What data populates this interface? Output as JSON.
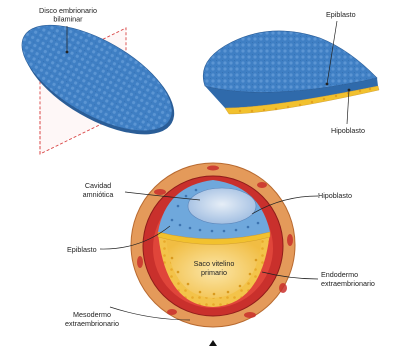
{
  "figure": {
    "panel_top_left": {
      "label_line1": "Disco embrionario",
      "label_line2": "bilaminar"
    },
    "panel_top_right": {
      "label_epiblast": "Epiblasto",
      "label_hypoblast": "Hipoblasto"
    },
    "panel_bottom": {
      "label_amniotic_line1": "Cavidad",
      "label_amniotic_line2": "amniótica",
      "label_hypoblast": "Hipoblasto",
      "label_epiblast": "Epiblasto",
      "label_yolk_line1": "Saco vitelino",
      "label_yolk_line2": "primario",
      "label_endoderm_line1": "Endodermo",
      "label_endoderm_line2": "extraembrionario",
      "label_mesoderm_line1": "Mesodermo",
      "label_mesoderm_line2": "extraembrionario"
    },
    "colors": {
      "disc_blue": "#3f7fc4",
      "epiblast_blue": "#6fa8dc",
      "hypoblast_yellow": "#f2c12e",
      "mesoderm_red": "#c9302c",
      "trophoblast_orange": "#d9884a",
      "amniotic_cavity": "#b9cfe6"
    }
  }
}
